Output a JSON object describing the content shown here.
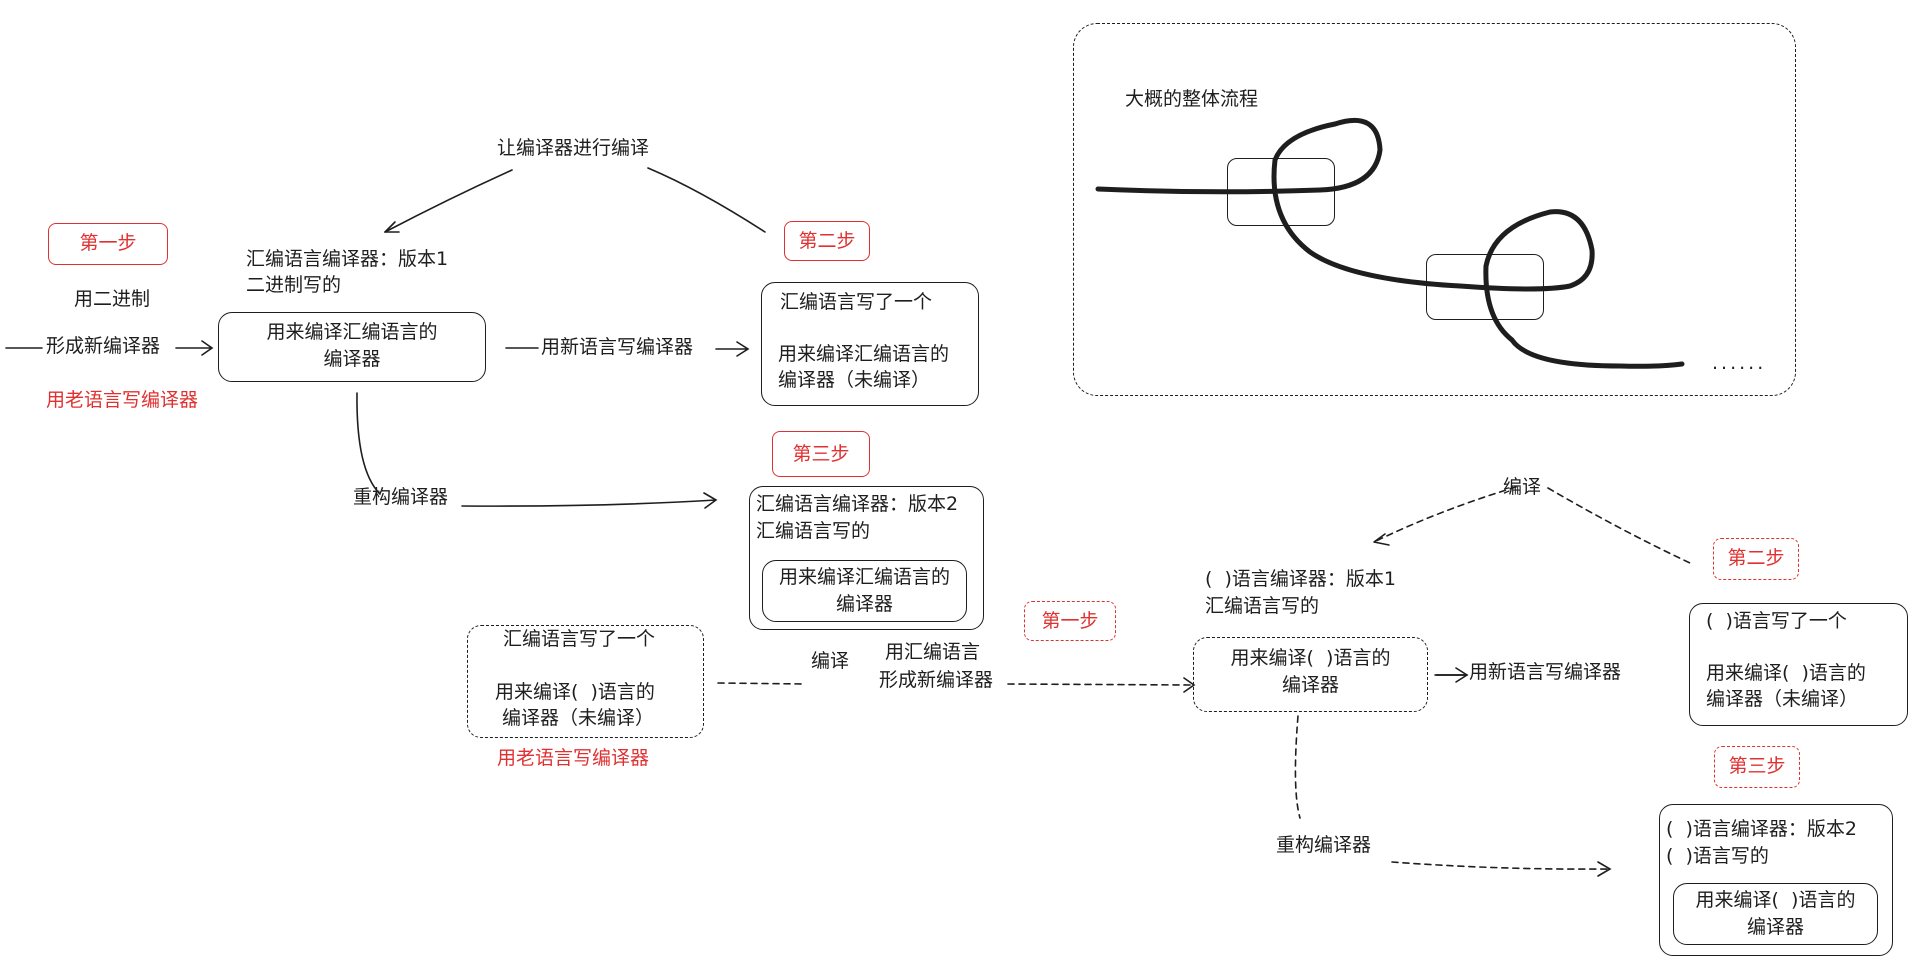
{
  "overview": {
    "title": "大概的整体流程",
    "ellipsis": "......"
  },
  "left": {
    "step1": "第一步",
    "step2": "第二步",
    "step3": "第三步",
    "use_binary": "用二进制",
    "form_new_compiler": "形成新编译器",
    "old_language": "用老语言写编译器",
    "let_compiler_compile": "让编译器进行编译",
    "asm_compiler_v1_line1": "汇编语言编译器：版本1",
    "asm_compiler_v1_line2": "二进制写的",
    "compiler_box_line1": "用来编译汇编语言的",
    "compiler_box_line2": "编译器",
    "new_language": "用新语言写编译器",
    "wrote_one_line1": "汇编语言写了一个",
    "wrote_one_line2": "用来编译汇编语言的",
    "wrote_one_line3": "编译器（未编译）",
    "refactor": "重构编译器",
    "asm_compiler_v2_line1": "汇编语言编译器：版本2",
    "asm_compiler_v2_line2": "汇编语言写的",
    "inner_line1": "用来编译汇编语言的",
    "inner_line2": "编译器"
  },
  "right": {
    "src_line1": "汇编语言写了一个",
    "src_line2": "用来编译(  )语言的",
    "src_line3": "编译器（未编译）",
    "old_language": "用老语言写编译器",
    "compile": "编译",
    "use_asm_line1": "用汇编语言",
    "use_asm_line2": "形成新编译器",
    "step1": "第一步",
    "step2": "第二步",
    "step3": "第三步",
    "compile_top": "编译",
    "lang_v1_line1": "(  )语言编译器：版本1",
    "lang_v1_line2": "汇编语言写的",
    "box_line1": "用来编译(  )语言的",
    "box_line2": "编译器",
    "new_language": "用新语言写编译器",
    "wrote_line1": "(  )语言写了一个",
    "wrote_line2": "用来编译(  )语言的",
    "wrote_line3": "编译器（未编译）",
    "refactor": "重构编译器",
    "lang_v2_line1": "(  )语言编译器：版本2",
    "lang_v2_line2": "(  )语言写的",
    "inner_line1": "用来编译(  )语言的",
    "inner_line2": "编译器"
  }
}
